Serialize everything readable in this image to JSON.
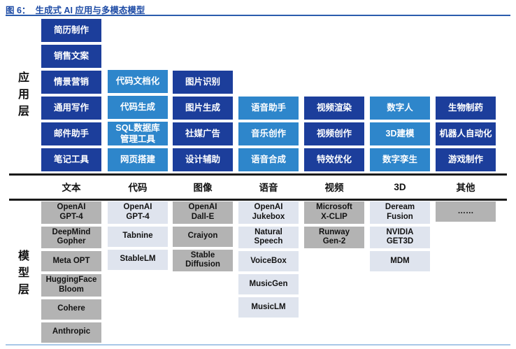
{
  "title": {
    "label": "图 6：",
    "text": "生成式 AI 应用与多模态模型"
  },
  "colors": {
    "dark": "#1c3e9b",
    "light": "#2e86cb",
    "gray": "#b3b3b3",
    "lightgray": "#dfe4ee",
    "title_blue": "#1d4ba5",
    "divider_black": "#1a1a1a",
    "bottom_rule_blue": "#a9c7e8"
  },
  "app_layer": {
    "label": "应用层",
    "columns": [
      {
        "category": "文本",
        "tone": "dark",
        "items": [
          "简历制作",
          "销售文案",
          "情景营销",
          "通用写作",
          "邮件助手",
          "笔记工具"
        ]
      },
      {
        "category": "代码",
        "tone": "light",
        "items": [
          "代码文档化",
          "代码生成",
          "SQL数据库\n管理工具",
          "网页搭建"
        ]
      },
      {
        "category": "图像",
        "tone": "dark",
        "items": [
          "图片识别",
          "图片生成",
          "社媒广告",
          "设计辅助"
        ]
      },
      {
        "category": "语音",
        "tone": "light",
        "items": [
          "语音助手",
          "音乐创作",
          "语音合成"
        ]
      },
      {
        "category": "视频",
        "tone": "dark",
        "items": [
          "视频渲染",
          "视频创作",
          "特效优化"
        ]
      },
      {
        "category": "3D",
        "tone": "light",
        "items": [
          "数字人",
          "3D建模",
          "数字孪生"
        ]
      },
      {
        "category": "其他",
        "tone": "dark",
        "items": [
          "生物制药",
          "机器人自动化",
          "游戏制作"
        ]
      }
    ]
  },
  "model_layer": {
    "label": "模型层",
    "columns": [
      {
        "tone": "gray",
        "items": [
          "OpenAI\nGPT-4",
          "DeepMind\nGopher",
          "Meta OPT",
          "HuggingFace\nBloom",
          "Cohere",
          "Anthropic"
        ]
      },
      {
        "tone": "lightgray",
        "items": [
          "OpenAI\nGPT-4",
          "Tabnine",
          "StableLM"
        ]
      },
      {
        "tone": "gray",
        "items": [
          "OpenAI\nDall-E",
          "Craiyon",
          "Stable\nDiffusion"
        ]
      },
      {
        "tone": "lightgray",
        "items": [
          "OpenAI\nJukebox",
          "Natural\nSpeech",
          "VoiceBox",
          "MusicGen",
          "MusicLM"
        ]
      },
      {
        "tone": "gray",
        "items": [
          "Microsoft\nX-CLIP",
          "Runway\nGen-2"
        ]
      },
      {
        "tone": "lightgray",
        "items": [
          "Deream\nFusion",
          "NVIDIA\nGET3D",
          "MDM"
        ]
      },
      {
        "tone": "gray",
        "items": [
          "……"
        ]
      }
    ]
  }
}
